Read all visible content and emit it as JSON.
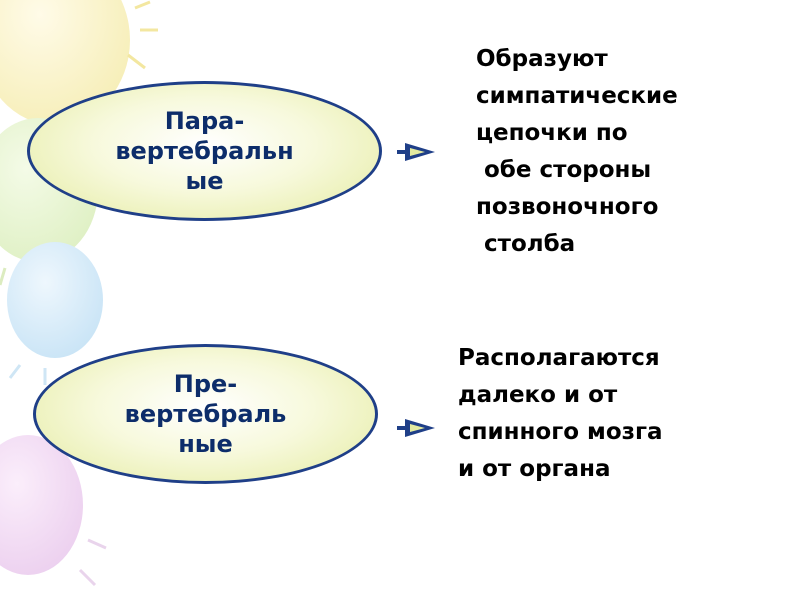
{
  "slide": {
    "rows": [
      {
        "oval_label": "Пара-\nвертебральн\nые",
        "description": "Образуют\nсимпатические\nцепочки по\n обе стороны\nпозвоночного\n столба"
      },
      {
        "oval_label": "Пре-\nвертебраль\nные",
        "description": "Располагаются\nдалеко и от\nспинного мозга\nи от органа"
      }
    ]
  },
  "colors": {
    "oval_border": "#1f3f88",
    "oval_fill": "#e4eba0",
    "oval_text": "#0d2d6a",
    "description_text": "#000000",
    "arrow_fill": "#1f3f88"
  },
  "icons": [
    "balloon-background",
    "arrow-right-icon"
  ]
}
